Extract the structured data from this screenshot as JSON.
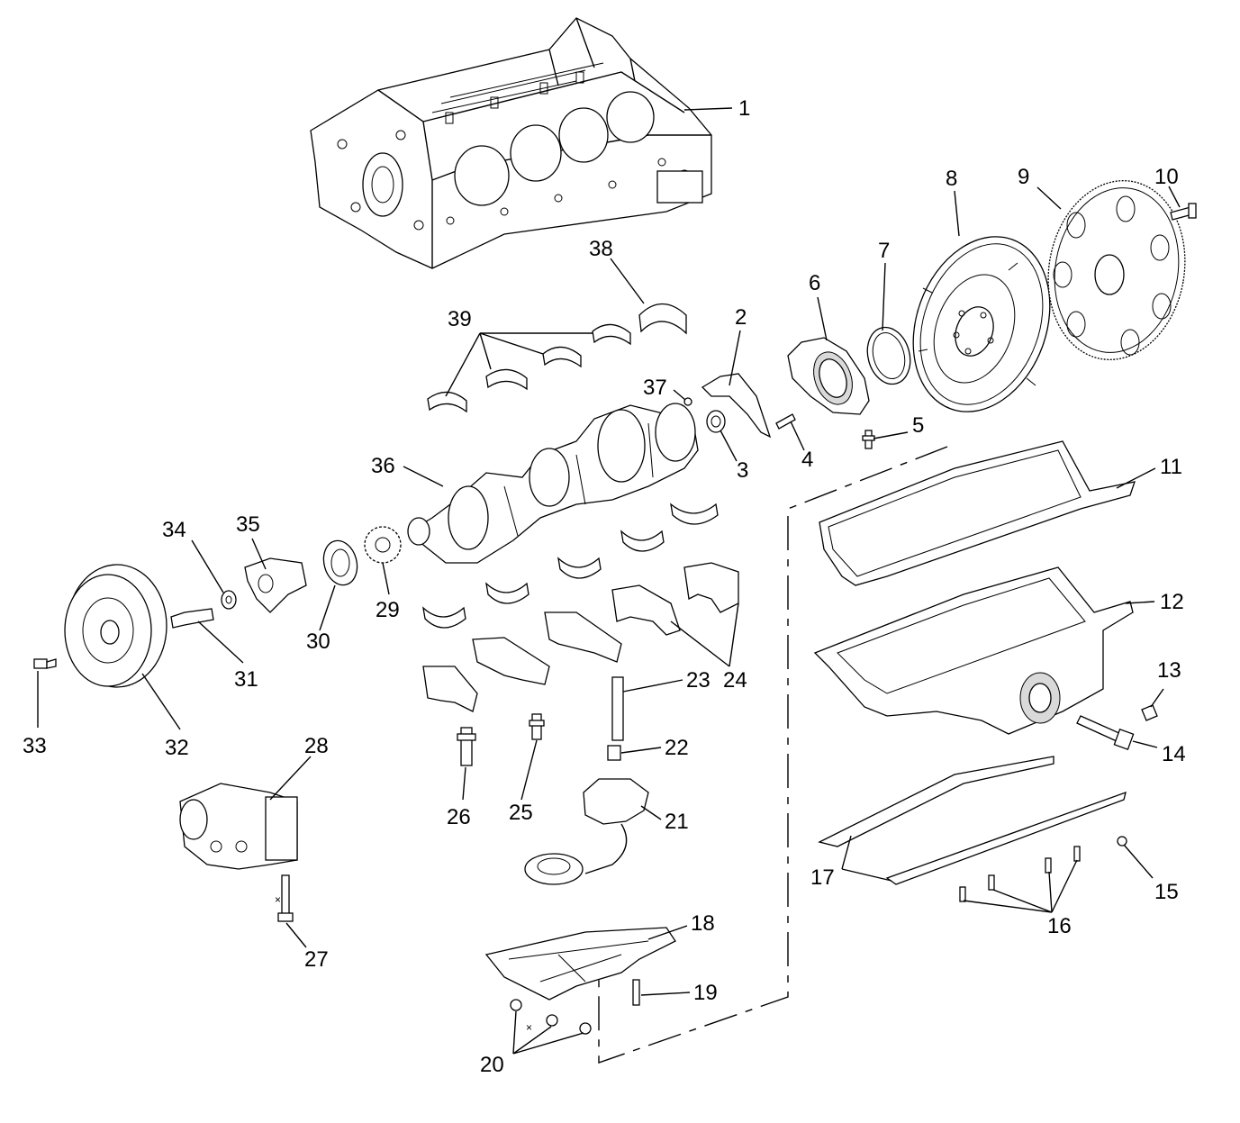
{
  "diagram": {
    "callouts": [
      {
        "id": "c1",
        "text": "1"
      },
      {
        "id": "c2",
        "text": "2"
      },
      {
        "id": "c3",
        "text": "3"
      },
      {
        "id": "c4",
        "text": "4"
      },
      {
        "id": "c5",
        "text": "5"
      },
      {
        "id": "c6",
        "text": "6"
      },
      {
        "id": "c7",
        "text": "7"
      },
      {
        "id": "c8",
        "text": "8"
      },
      {
        "id": "c9",
        "text": "9"
      },
      {
        "id": "c10",
        "text": "10"
      },
      {
        "id": "c11",
        "text": "11"
      },
      {
        "id": "c12",
        "text": "12"
      },
      {
        "id": "c13",
        "text": "13"
      },
      {
        "id": "c14",
        "text": "14"
      },
      {
        "id": "c15",
        "text": "15"
      },
      {
        "id": "c16",
        "text": "16"
      },
      {
        "id": "c17",
        "text": "17"
      },
      {
        "id": "c18",
        "text": "18"
      },
      {
        "id": "c19",
        "text": "19"
      },
      {
        "id": "c20",
        "text": "20"
      },
      {
        "id": "c21",
        "text": "21"
      },
      {
        "id": "c22",
        "text": "22"
      },
      {
        "id": "c23",
        "text": "23"
      },
      {
        "id": "c24",
        "text": "24"
      },
      {
        "id": "c25",
        "text": "25"
      },
      {
        "id": "c26",
        "text": "26"
      },
      {
        "id": "c27",
        "text": "27"
      },
      {
        "id": "c28",
        "text": "28"
      },
      {
        "id": "c29",
        "text": "29"
      },
      {
        "id": "c30",
        "text": "30"
      },
      {
        "id": "c31",
        "text": "31"
      },
      {
        "id": "c32",
        "text": "32"
      },
      {
        "id": "c33",
        "text": "33"
      },
      {
        "id": "c34",
        "text": "34"
      },
      {
        "id": "c35",
        "text": "35"
      },
      {
        "id": "c36",
        "text": "36"
      },
      {
        "id": "c37",
        "text": "37"
      },
      {
        "id": "c38",
        "text": "38"
      },
      {
        "id": "c39",
        "text": "39"
      }
    ],
    "marks": {
      "x1": "×",
      "x2": "×"
    }
  }
}
